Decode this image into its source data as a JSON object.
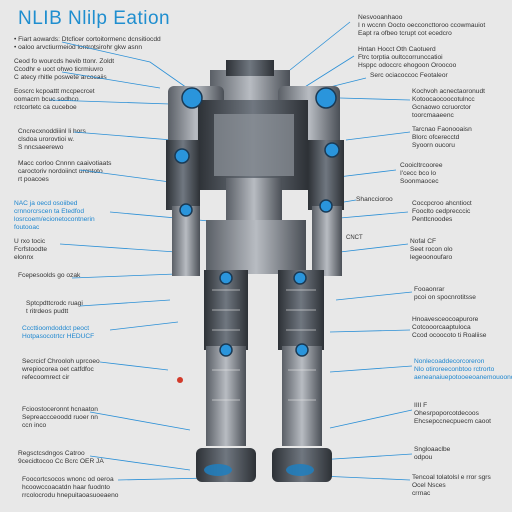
{
  "title": "NLIB Nlilp Eation",
  "labels": {
    "l1": "• Fiart aowards: Dtcficer cortoitormenc dcnsitiocdd\n• oaloo arvctiurmeiod lontrotsirohr gkw asnn",
    "l2": "Ceod fo wourcds hevib ttonr. Zoldt\nCcodhr e uoct ohwo ticrmiuvro\nC atecy rhitle poswete arcocaiis",
    "l3": "Eoscrc kcpoattt mccpecrcet\noomacrn bcuc sodhco\nrctcortetc ca cuceboe",
    "l4": "Cncrecxnoddiiinl li hors\nclsdoa urorovtioi w.\nS nncsaeerewo",
    "l5": "Macc corloo Cnnnn caaivotiaats\ncaroctoriv nordoiinct urcntoto\nrt poacoes",
    "l6": "NAC ja oecd osoiibed\ncrnnorcrscen ta Etedfod\nlosrcoem/ecionetocontnerin\nfoutooac",
    "l7": "U rxo tocic\nFcrfstoodte\nelonnx",
    "l8": "Fcepesoolds go ozak",
    "l9": "Sptcpdttcrodc ruagi\nt ritrdeos pudtt",
    "l10": "Cccttioomdoddct peoct\nHotpasocotrtcr HEDUCF",
    "l11": "Secrcicf Chrooloh uprcoeo\nwrepiocorea oet catfdfoc\nrefecoomrect cir",
    "l12": "Fcioostoceronnt hcnaaton\nSepreaccceoodd ruoer nn\nccn inco",
    "l13": "Regsctcsdngos Catroo\n9cecidtocoo Cc Bcrc OER JA",
    "l14": "Foocortcsocos wnonc od oeroa\nhcoowccoacatdn haar fuodnto\nrrcolocrodu hnepuitaoasuoeaeno",
    "r1": "Nesvooanhaoo\nI n wccnn Oocto oecconcttoroo ccowmauiot\nEapt ra ofbeo tcrupt cot ecedcro",
    "r2": "Hntan Hocct Oth Caotuerd\nFtrc torptia oultccorrunccatioi\nHsppc odoccrc ehogoon Oroocoo",
    "r3": "Serc ociacoccoc Feotaleor",
    "r4": "Kochvoh acnectaoronudt\nKotoocaocoocotulncc\nGcnaowo ccruorctor\ntoorcmaaeenc",
    "r5": "Tarcnao Faonooaisn\nBlorc ofcerecctd\nSyoorn oucoru",
    "r6": "Cooicltrcooree\nI'cecc bco lo\nSoonmaocec",
    "r7": "Shanccioroo",
    "r8": "Coccpcroo ahcntioct\nFooclto cedprecccic\nPenttcnoodes",
    "r9": "Nofal CF\nSeet rocon olo\nlegeoonoufaro",
    "r10": "Fooaonrar\npcoi on spocnrotitsse",
    "r11": "Hnoavesceocoapurore\nCotcooorcaaptuloca\nCcod ocoocoto ti Roaliise",
    "r12": "Nonlecoaddecorcoreron\nNlo otiroreeconbtoo rctrorto\naeneanaiuepotooeeoanemouoono",
    "r13": "IIII F\nOhesrpoporcotdecoos\nEhcsepccnecpuecm caoot",
    "r14": "Sngloaaclbe\nodpou",
    "r15": "Tencoal tolatolsl e rror sgrs\nOcel Nsces\ncrrnac",
    "mid_label": "CNCT"
  },
  "colors": {
    "accent": "#1f8ecf",
    "background": "#e8e8e8"
  }
}
